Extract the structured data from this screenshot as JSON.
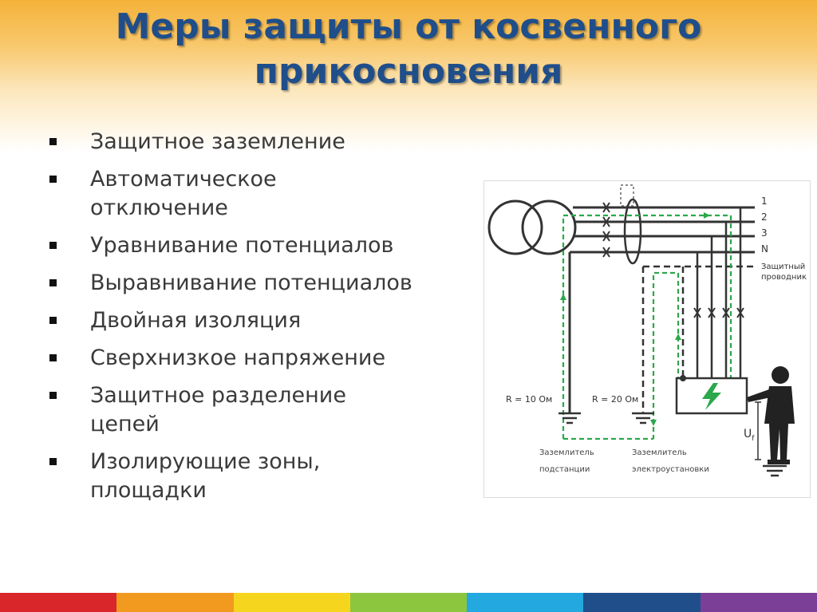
{
  "title": {
    "line1": "Меры защиты от косвенного",
    "line2": "прикосновения"
  },
  "bullets": [
    {
      "line1": "Защитное заземление",
      "line2": ""
    },
    {
      "line1": "Автоматическое",
      "line2": "отключение"
    },
    {
      "line1": "Уравнивание потенциалов",
      "line2": ""
    },
    {
      "line1": "Выравнивание потенциалов",
      "line2": ""
    },
    {
      "line1": "Двойная изоляция",
      "line2": ""
    },
    {
      "line1": "Сверхнизкое напряжение",
      "line2": ""
    },
    {
      "line1": "Защитное разделение",
      "line2": "цепей"
    },
    {
      "line1": "Изолирующие зоны,",
      "line2": "площадки"
    }
  ],
  "diagram": {
    "line_labels": [
      "1",
      "2",
      "3",
      "N"
    ],
    "protective_label_line1": "Защитный",
    "protective_label_line2": "проводник",
    "r_substation": "R = 10 Ом",
    "r_installation": "R = 20 Ом",
    "ground_substation_line1": "Заземлитель",
    "ground_substation_line2": "подстанции",
    "ground_installation_line1": "Заземлитель",
    "ground_installation_line2": "электроустановки",
    "voltage_label": "U",
    "voltage_sub": "f"
  },
  "colors": {
    "title": "#1f4e8a",
    "header_top": "#f4b23a",
    "fault_path": "#2aa84a",
    "color_bar": [
      "#d9262a",
      "#f29a1f",
      "#f6d51f",
      "#8cc63f",
      "#23a8e0",
      "#1f4e8a",
      "#7b3f98"
    ]
  }
}
